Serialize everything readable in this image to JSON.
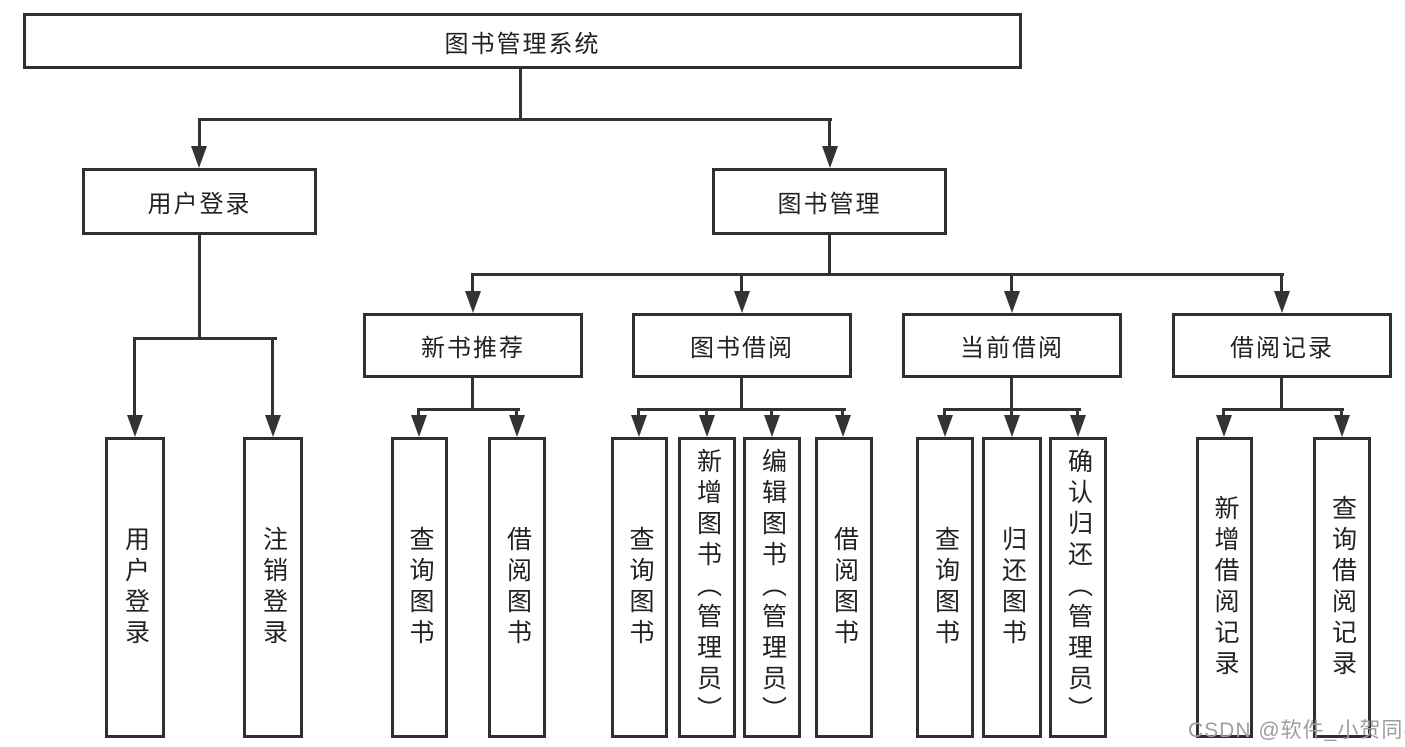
{
  "diagram": {
    "nodes": {
      "root": {
        "label": "图书管理系统"
      },
      "user_login": {
        "label": "用户登录"
      },
      "book_mgmt": {
        "label": "图书管理"
      },
      "new_book_rec": {
        "label": "新书推荐"
      },
      "book_borrow": {
        "label": "图书借阅"
      },
      "current_borrow": {
        "label": "当前借阅"
      },
      "borrow_records": {
        "label": "借阅记录"
      },
      "leaf_user_login": {
        "label": "用户登录"
      },
      "leaf_logout": {
        "label": "注销登录"
      },
      "leaf_query_rec": {
        "label": "查询图书"
      },
      "leaf_borrow_rec": {
        "label": "借阅图书"
      },
      "leaf_query_borrow": {
        "label": "查询图书"
      },
      "leaf_add_book": {
        "label": "新增图书（管理员）"
      },
      "leaf_edit_book": {
        "label": "编辑图书（管理员）"
      },
      "leaf_borrow_book": {
        "label": "借阅图书"
      },
      "leaf_query_current": {
        "label": "查询图书"
      },
      "leaf_return_book": {
        "label": "归还图书"
      },
      "leaf_confirm_return": {
        "label": "确认归还（管理员）"
      },
      "leaf_add_record": {
        "label": "新增借阅记录"
      },
      "leaf_query_record": {
        "label": "查询借阅记录"
      }
    },
    "colors": {
      "line": "#333333",
      "border": "#2f2f2f",
      "text": "#222222",
      "box_fill": "#ffffff"
    }
  },
  "watermark": {
    "text": "CSDN @软件_小贺同学",
    "color": "#9e9e9e"
  }
}
